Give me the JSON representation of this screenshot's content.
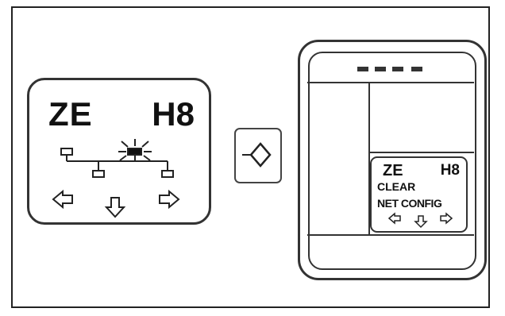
{
  "panel": {
    "left_code": "ZE",
    "right_code": "H8",
    "icons": [
      "network-topology-icon",
      "left-arrow-icon",
      "down-arrow-icon",
      "right-arrow-icon"
    ]
  },
  "key": {
    "icon": "diamond-arrow-key-icon"
  },
  "device": {
    "display_dashes": "---- -",
    "mini_screen": {
      "left_code": "ZE",
      "right_code": "H8",
      "line1": "CLEAR",
      "line2": "NET CONFIG",
      "icons": [
        "left-arrow-icon",
        "down-arrow-icon",
        "right-arrow-icon"
      ]
    }
  }
}
